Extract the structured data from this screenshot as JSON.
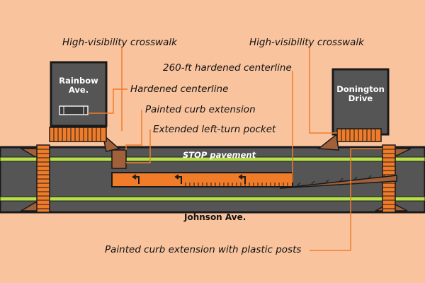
{
  "labels": {
    "crosswalk_left": "High-visibility crosswalk",
    "crosswalk_right": "High-visibility crosswalk",
    "centerline_260": "260-ft hardened centerline",
    "hardened_centerline": "Hardened centerline",
    "painted_curb_extension": "Painted curb extension",
    "left_turn_pocket": "Extended left-turn pocket",
    "stop_pavement": "STOP pavement",
    "curb_extension_posts": "Painted curb extension with plastic posts"
  },
  "streets": {
    "left_line1": "Rainbow",
    "left_line2": "Ave.",
    "right_line1": "Donington",
    "right_line2": "Drive",
    "main": "Johnson Ave."
  },
  "colors": {
    "background": "#f9c39e",
    "road": "#555555",
    "outline": "#1a1a1a",
    "lane_line": "#b8e04a",
    "accent_orange": "#f07c2a",
    "curb_brown": "#a0603a",
    "leader_line": "#f07c2a"
  }
}
